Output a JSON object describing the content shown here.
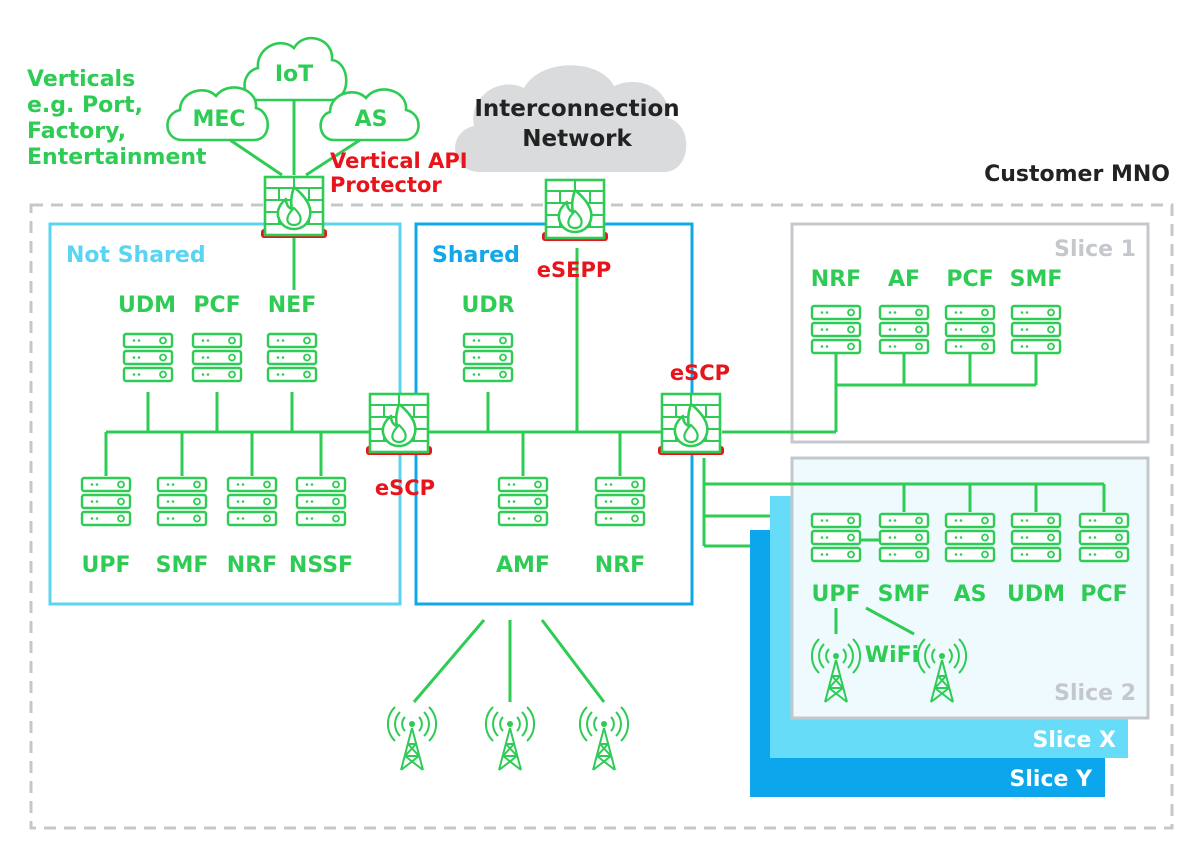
{
  "colors": {
    "green": "#2ecc55",
    "red": "#e8141c",
    "light_blue": "#5ad4f0",
    "blue": "#12a8e8",
    "gray": "#c4c8cc",
    "slice_x_fill": "#66dcf8",
    "slice_y_fill": "#0ba6ec",
    "slice2_fill": "#eefafd",
    "cloud_gray": "#d9dbdd"
  },
  "labels": {
    "verticals": [
      "Verticals",
      "e.g. Port,",
      "Factory,",
      "Entertainment"
    ],
    "clouds": [
      "IoT",
      "MEC",
      "AS"
    ],
    "interconnection": [
      "Interconnection",
      "Network"
    ],
    "vertical_api": [
      "Vertical API",
      "Protector"
    ],
    "customer_mno": "Customer MNO",
    "not_shared": "Not Shared",
    "shared": "Shared",
    "esepp": "eSEPP",
    "escp_left": "eSCP",
    "escp_right": "eSCP",
    "slice1": "Slice 1",
    "slice2": "Slice 2",
    "slice_x": "Slice X",
    "slice_y": "Slice Y",
    "wifi": "WiFi"
  },
  "not_shared": {
    "top_nfs": [
      "UDM",
      "PCF",
      "NEF"
    ],
    "bottom_nfs": [
      "UPF",
      "SMF",
      "NRF",
      "NSSF"
    ]
  },
  "shared": {
    "top_nfs": [
      "UDR"
    ],
    "bottom_nfs": [
      "AMF",
      "NRF"
    ]
  },
  "slice1": {
    "nfs": [
      "NRF",
      "AF",
      "PCF",
      "SMF"
    ]
  },
  "slice2": {
    "nfs": [
      "UPF",
      "SMF",
      "AS",
      "UDM",
      "PCF"
    ]
  },
  "icons": {
    "server": "server-rack-icon",
    "firewall": "firewall-icon",
    "tower": "radio-tower-icon",
    "cloud": "cloud-icon"
  }
}
